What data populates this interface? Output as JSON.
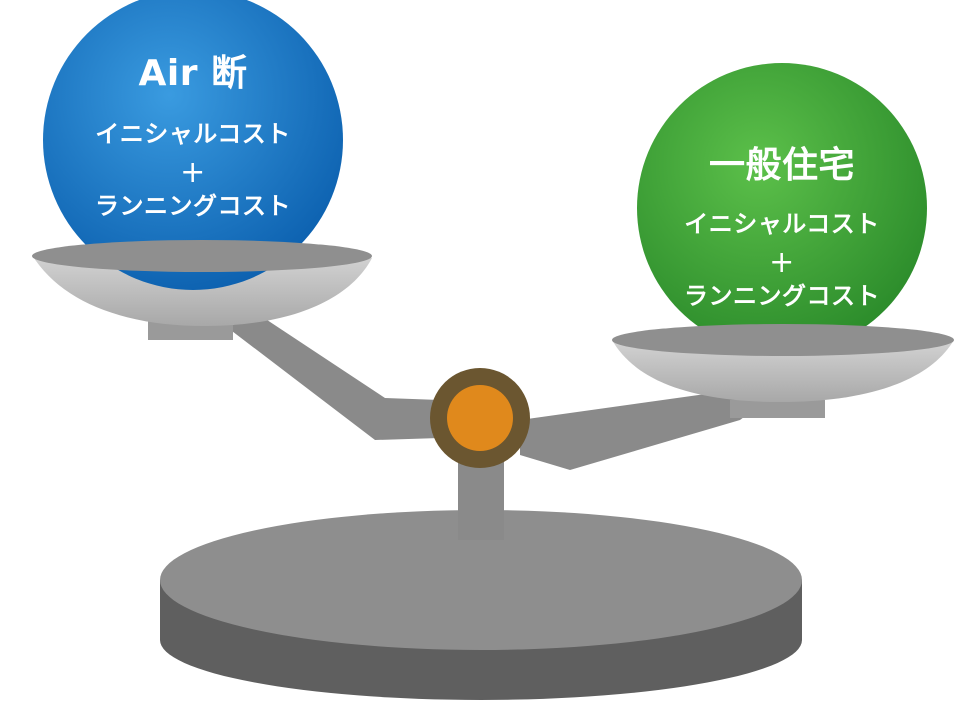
{
  "left_ball": {
    "title": "Air 断",
    "line1": "イニシャルコスト",
    "plus": "+",
    "line2": "ランニングコスト",
    "color_top": "#3a9be0",
    "color_bottom": "#0b5fae"
  },
  "right_ball": {
    "title": "一般住宅",
    "line1": "イニシャルコスト",
    "plus": "+",
    "line2": "ランニングコスト",
    "color_top": "#5cc04a",
    "color_bottom": "#2a8a2a"
  },
  "colors": {
    "pan_light": "#c9c9c9",
    "pan_dark": "#8f8f8f",
    "beam": "#8a8a8a",
    "base_top": "#8e8e8e",
    "base_side": "#5f5f5f",
    "pivot_ring": "#6b5630",
    "pivot_center": "#e0891c"
  }
}
